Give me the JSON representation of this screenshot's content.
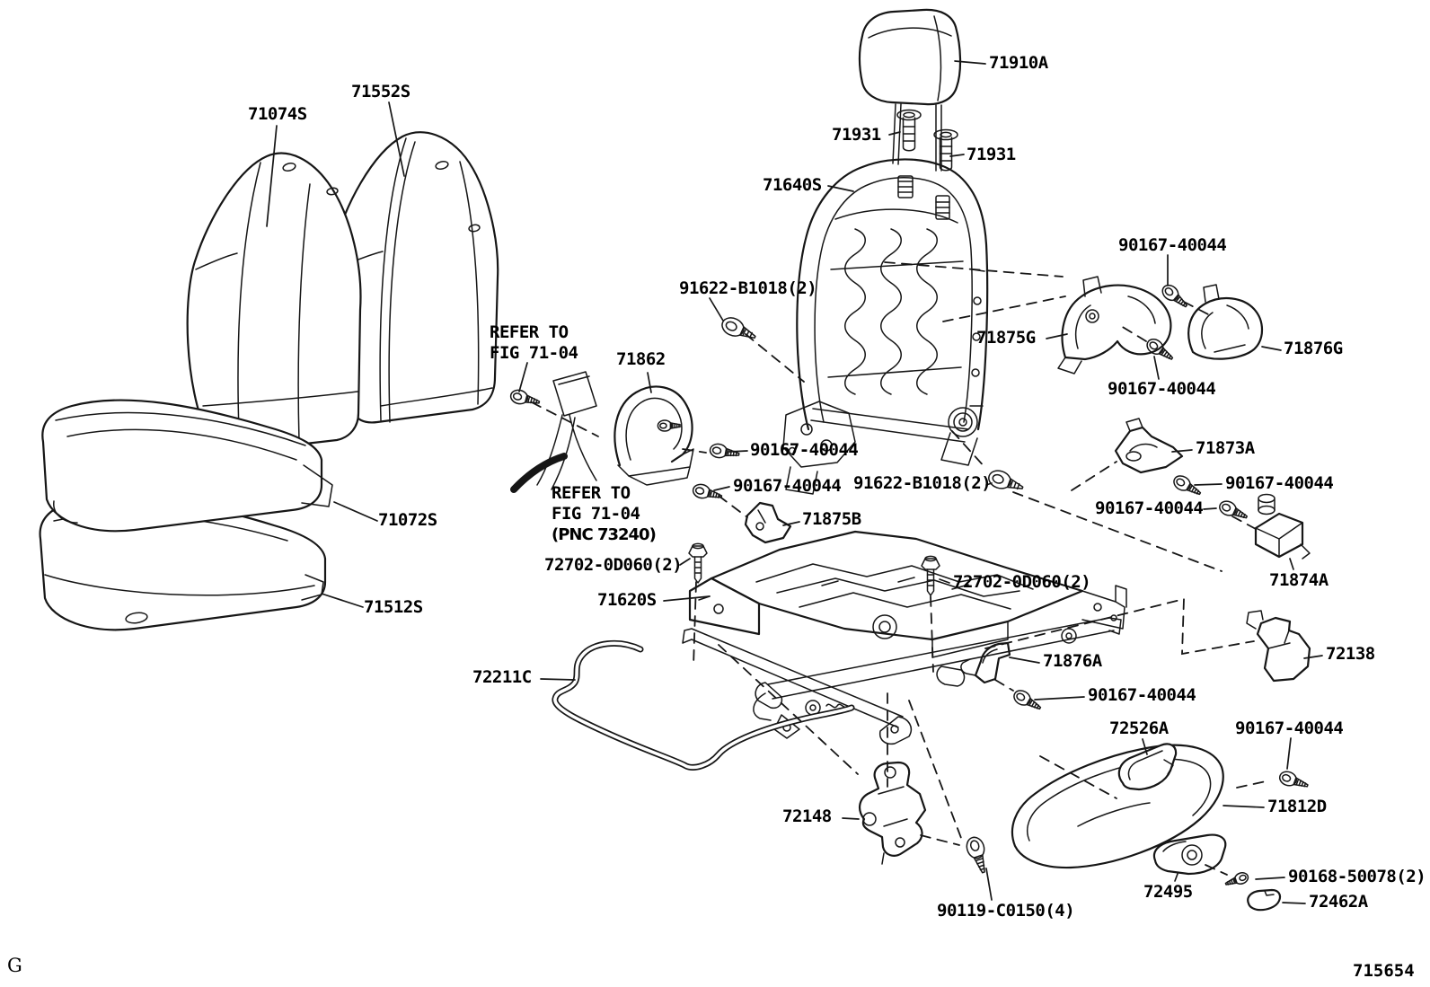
{
  "colors": {
    "line": "#161616",
    "background": "#ffffff"
  },
  "labels": {
    "p71074S": "71074S",
    "p71552S": "71552S",
    "p71910A": "71910A",
    "p71931": "71931",
    "p71640S": "71640S",
    "p90167": "90167-40044",
    "p71875G": "71875G",
    "p71876G": "71876G",
    "p91622": "91622-B1018(2)",
    "p71862": "71862",
    "p71873A": "71873A",
    "p71875B": "71875B",
    "p72702": "72702-0D060(2)",
    "p71620S": "71620S",
    "p71874A": "71874A",
    "p72138": "72138",
    "p72211C": "72211C",
    "p71876A": "71876A",
    "p72526A": "72526A",
    "p71812D": "71812D",
    "p72148": "72148",
    "p90119": "90119-C0150(4)",
    "p72495": "72495",
    "p90168": "90168-50078(2)",
    "p72462A": "72462A"
  },
  "notes": {
    "refer1": {
      "line1": "REFER TO",
      "line2": "FIG 71-04"
    },
    "refer2": {
      "line1": "REFER TO",
      "line2": "FIG 71-04",
      "line3": "(PNC 73240)"
    }
  },
  "footer": {
    "section": "G",
    "figure": "715654"
  }
}
